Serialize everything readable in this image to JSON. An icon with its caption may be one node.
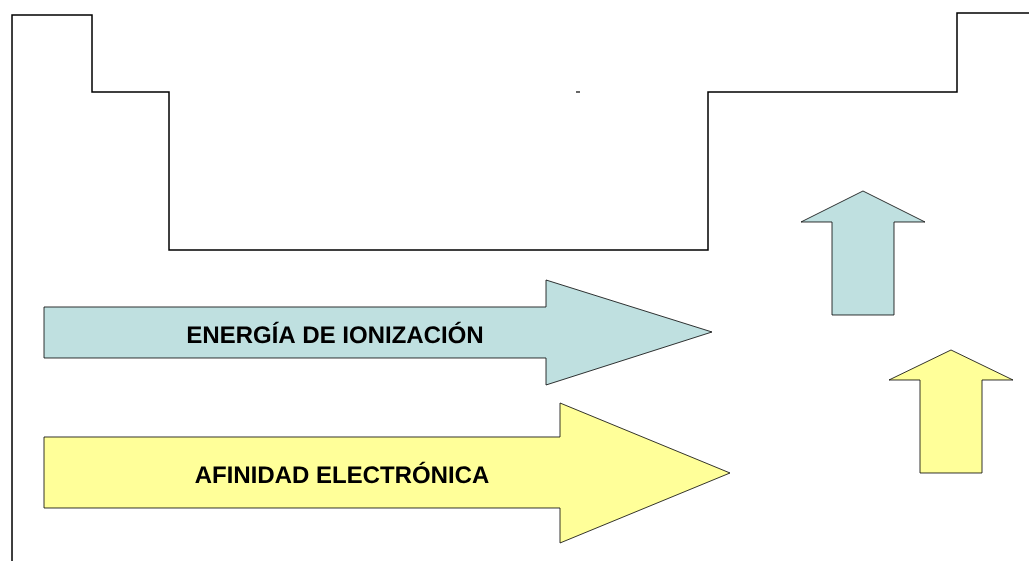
{
  "diagram": {
    "nodes": [
      {
        "text": [
          "ENERGÍA DE IONIZACIÓN"
        ]
      },
      {
        "text": [
          "AFINIDAD ELECTRÓNICA"
        ]
      },
      {
        "text": [],
        "shape": "arrow"
      },
      {
        "text": [],
        "shape": "arrow"
      }
    ]
  }
}
